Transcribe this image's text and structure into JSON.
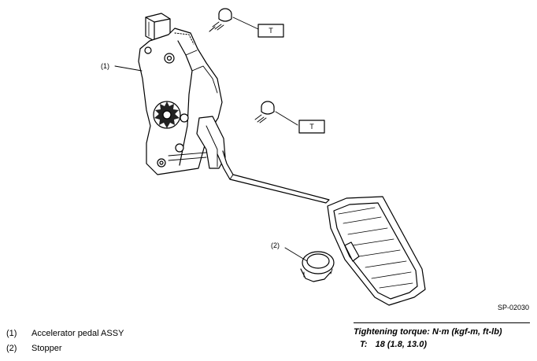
{
  "figure": {
    "code": "SP-02030",
    "callouts": {
      "pedal_assy": "(1)",
      "stopper": "(2)"
    },
    "torque_marker": "T"
  },
  "legend": [
    {
      "num": "(1)",
      "label": "Accelerator pedal ASSY"
    },
    {
      "num": "(2)",
      "label": "Stopper"
    }
  ],
  "torque": {
    "title": "Tightening torque: N·m (kgf-m, ft-lb)",
    "symbol": "T:",
    "value": "18 (1.8, 13.0)"
  }
}
